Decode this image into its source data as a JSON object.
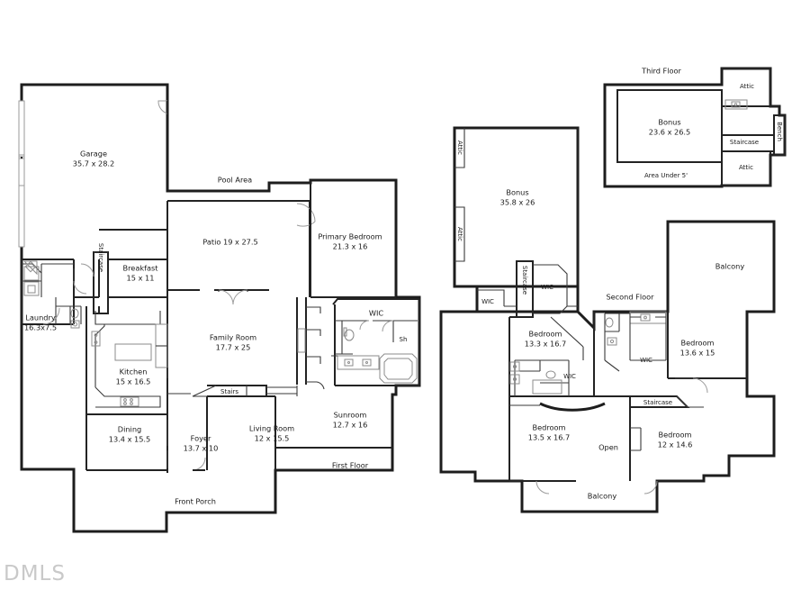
{
  "document": {
    "type": "real-estate-floor-plan",
    "watermark": "DMLS",
    "background_color": "#ffffff",
    "line_color": "#1d1d1d"
  },
  "floors": [
    {
      "id": "first-floor",
      "label": "First Floor",
      "rooms": [
        {
          "id": "garage",
          "name": "Garage",
          "dimensions": "35.7 x 28.2"
        },
        {
          "id": "pool-area",
          "name": "Pool Area",
          "dimensions": ""
        },
        {
          "id": "patio",
          "name": "Patio 19 x 27.5",
          "dimensions": ""
        },
        {
          "id": "primary-bedroom",
          "name": "Primary Bedroom",
          "dimensions": "21.3 x 16"
        },
        {
          "id": "staircase-1",
          "name": "Staircase",
          "dimensions": ""
        },
        {
          "id": "breakfast",
          "name": "Breakfast",
          "dimensions": "15 x 11"
        },
        {
          "id": "laundry",
          "name": "Laundry",
          "dimensions": "16.3x7.5"
        },
        {
          "id": "kitchen",
          "name": "Kitchen",
          "dimensions": "15 x 16.5"
        },
        {
          "id": "family-room",
          "name": "Family Room",
          "dimensions": "17.7 x 25"
        },
        {
          "id": "wic-primary",
          "name": "WIC",
          "dimensions": ""
        },
        {
          "id": "shower-primary",
          "name": "Sh",
          "dimensions": ""
        },
        {
          "id": "stairs",
          "name": "Stairs",
          "dimensions": ""
        },
        {
          "id": "dining",
          "name": "Dining",
          "dimensions": "13.4 x 15.5"
        },
        {
          "id": "foyer",
          "name": "Foyer",
          "dimensions": "13.7 x 10"
        },
        {
          "id": "living-room",
          "name": "Living Room",
          "dimensions": "12 x 15.5"
        },
        {
          "id": "sunroom",
          "name": "Sunroom",
          "dimensions": "12.7 x 16"
        },
        {
          "id": "front-porch",
          "name": "Front Porch",
          "dimensions": ""
        }
      ]
    },
    {
      "id": "second-floor",
      "label": "Second Floor",
      "rooms": [
        {
          "id": "attic-upper",
          "name": "Attic",
          "dimensions": ""
        },
        {
          "id": "attic-lower",
          "name": "Attic",
          "dimensions": ""
        },
        {
          "id": "bonus-2f",
          "name": "Bonus",
          "dimensions": "35.8 x 26"
        },
        {
          "id": "wic-left",
          "name": "WIC",
          "dimensions": ""
        },
        {
          "id": "staircase-2f",
          "name": "Staircase",
          "dimensions": ""
        },
        {
          "id": "wic-bonus",
          "name": "WIC",
          "dimensions": ""
        },
        {
          "id": "bedroom-nw",
          "name": "Bedroom",
          "dimensions": "13.3 x 16.7"
        },
        {
          "id": "wic-center",
          "name": "WIC",
          "dimensions": ""
        },
        {
          "id": "wic-right",
          "name": "WIC",
          "dimensions": ""
        },
        {
          "id": "bedroom-ne",
          "name": "Bedroom",
          "dimensions": "13.6 x 15"
        },
        {
          "id": "balcony-upper",
          "name": "Balcony",
          "dimensions": ""
        },
        {
          "id": "bedroom-sw",
          "name": "Bedroom",
          "dimensions": "13.5 x 16.7"
        },
        {
          "id": "open-area",
          "name": "Open",
          "dimensions": ""
        },
        {
          "id": "staircase-se",
          "name": "Staircase",
          "dimensions": ""
        },
        {
          "id": "bedroom-se",
          "name": "Bedroom",
          "dimensions": "12 x 14.6"
        },
        {
          "id": "balcony-lower",
          "name": "Balcony",
          "dimensions": ""
        }
      ]
    },
    {
      "id": "third-floor",
      "label": "Third Floor",
      "rooms": [
        {
          "id": "attic-3f-top",
          "name": "Attic",
          "dimensions": ""
        },
        {
          "id": "bonus-3f",
          "name": "Bonus",
          "dimensions": "23.6 x 26.5"
        },
        {
          "id": "bench-3f",
          "name": "Bench",
          "dimensions": ""
        },
        {
          "id": "staircase-3f",
          "name": "Staircase",
          "dimensions": ""
        },
        {
          "id": "attic-3f-bottom",
          "name": "Attic",
          "dimensions": ""
        },
        {
          "id": "area-under-5",
          "name": "Area Under 5'",
          "dimensions": ""
        }
      ]
    }
  ]
}
